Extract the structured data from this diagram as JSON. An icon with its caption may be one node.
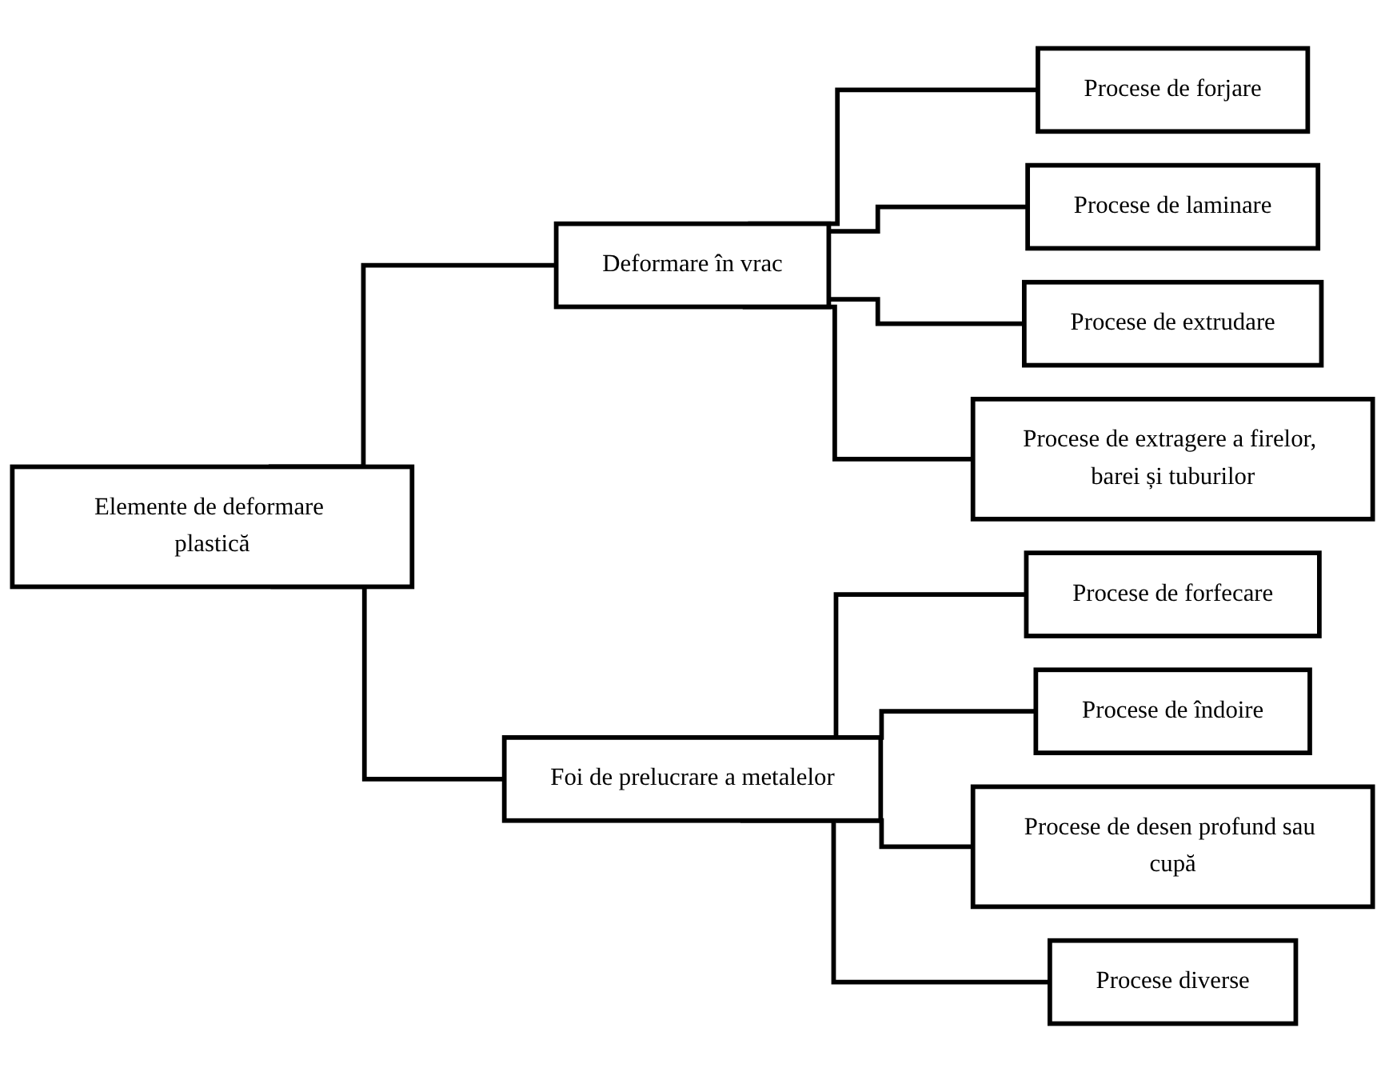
{
  "diagram": {
    "nodes": [
      {
        "text": [
          "Elemente de deformare plastică"
        ]
      },
      {
        "text": [
          "Deformare în vrac"
        ]
      },
      {
        "text": [
          "Foi de prelucrare a metalelor"
        ]
      },
      {
        "text": [
          "Procese de forjare"
        ]
      },
      {
        "text": [
          "Procese de laminare"
        ]
      },
      {
        "text": [
          "Procese de extrudare"
        ]
      },
      {
        "text": [
          "Procese de extragere a firelor, barei și tuburilor"
        ]
      },
      {
        "text": [
          "Procese de forfecare"
        ]
      },
      {
        "text": [
          "Procese de îndoire"
        ]
      },
      {
        "text": [
          "Procese de desen profund sau cupă"
        ]
      },
      {
        "text": [
          "Procese diverse"
        ]
      }
    ],
    "edges": [
      {
        "from": 0,
        "to": 1,
        "arrow": "none"
      },
      {
        "from": 0,
        "to": 2,
        "arrow": "none"
      },
      {
        "from": 1,
        "to": 3,
        "arrow": "none"
      },
      {
        "from": 1,
        "to": 4,
        "arrow": "none"
      },
      {
        "from": 1,
        "to": 5,
        "arrow": "none"
      },
      {
        "from": 1,
        "to": 6,
        "arrow": "none"
      },
      {
        "from": 2,
        "to": 7,
        "arrow": "none"
      },
      {
        "from": 2,
        "to": 8,
        "arrow": "none"
      },
      {
        "from": 2,
        "to": 9,
        "arrow": "none"
      },
      {
        "from": 2,
        "to": 10,
        "arrow": "none"
      }
    ]
  }
}
